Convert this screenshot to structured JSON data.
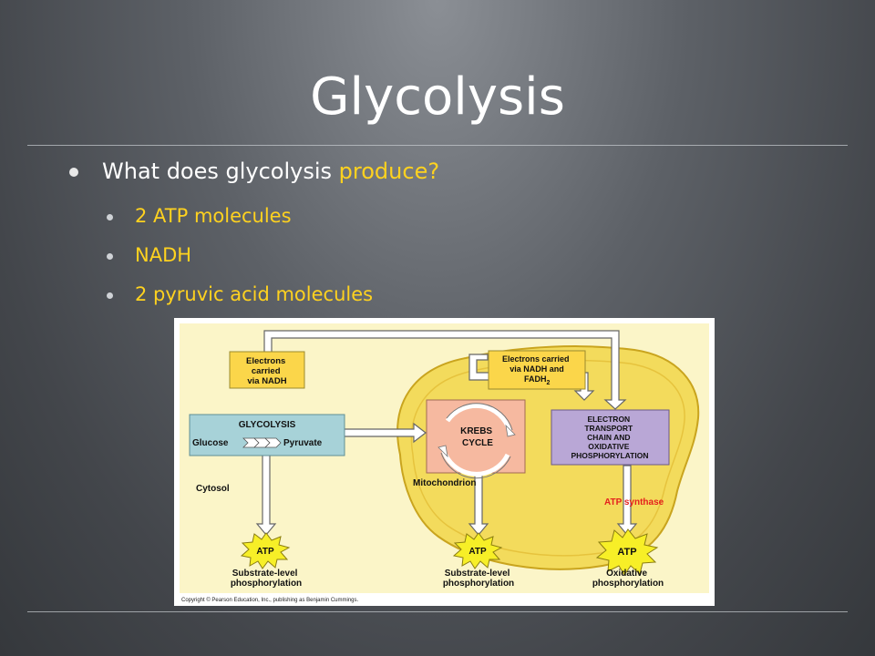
{
  "slide": {
    "title": "Glycolysis",
    "question": {
      "prefix": "What does glycolysis ",
      "highlight": "produce?"
    },
    "items": [
      {
        "label": "2 ATP molecules"
      },
      {
        "label": "NADH"
      },
      {
        "label": "2 pyruvic acid molecules"
      }
    ]
  },
  "diagram": {
    "electrons_nadh": [
      "Electrons",
      "carried",
      "via NADH"
    ],
    "electrons_nadh_fadh": [
      "Electrons carried",
      "via NADH and",
      "FADH",
      "2"
    ],
    "glycolysis": {
      "title": "GLYCOLYSIS",
      "glucose": "Glucose",
      "pyruvate": "Pyruvate"
    },
    "krebs": [
      "KREBS",
      "CYCLE"
    ],
    "etc": [
      "ELECTRON",
      "TRANSPORT",
      "CHAIN AND",
      "OXIDATIVE",
      "PHOSPHORYLATION"
    ],
    "cytosol": "Cytosol",
    "mitochondrion": "Mitochondrion",
    "atp_synthase": "ATP synthase",
    "atp": "ATP",
    "outputs": [
      [
        "Substrate-level",
        "phosphorylation"
      ],
      [
        "Substrate-level",
        "phosphorylation"
      ],
      [
        "Oxidative",
        "phosphorylation"
      ]
    ],
    "copyright": "Copyright © Pearson Education, Inc., publishing as Benjamin Cummings.",
    "colors": {
      "background": "#fbf5c8",
      "mitochondrion_fill": "#f3db5c",
      "yellow_box": "#fbd64a",
      "glycolysis_box": "#a7d2d8",
      "krebs_box": "#f6b9a0",
      "etc_box": "#b9a7d6",
      "starburst": "#f7ef27",
      "atp_synthase_text": "#e4201e"
    }
  }
}
